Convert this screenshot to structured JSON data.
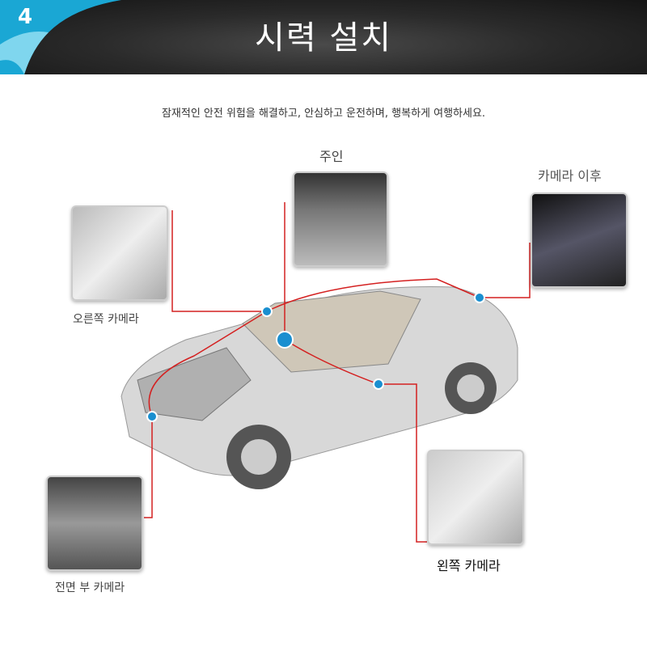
{
  "header": {
    "step_number": "4",
    "title": "시력 설치"
  },
  "subtitle": "잠재적인 안전 위험을 해결하고, 안심하고 운전하며, 행복하게 여행하세요.",
  "cameras": {
    "main": "주인",
    "rear": "카메라 이후",
    "right": "오른쪽 카메라",
    "front": "전면 부 카메라",
    "left": "왼쪽 카메라"
  },
  "colors": {
    "accent": "#1a8fd0",
    "wire": "#d42020"
  }
}
